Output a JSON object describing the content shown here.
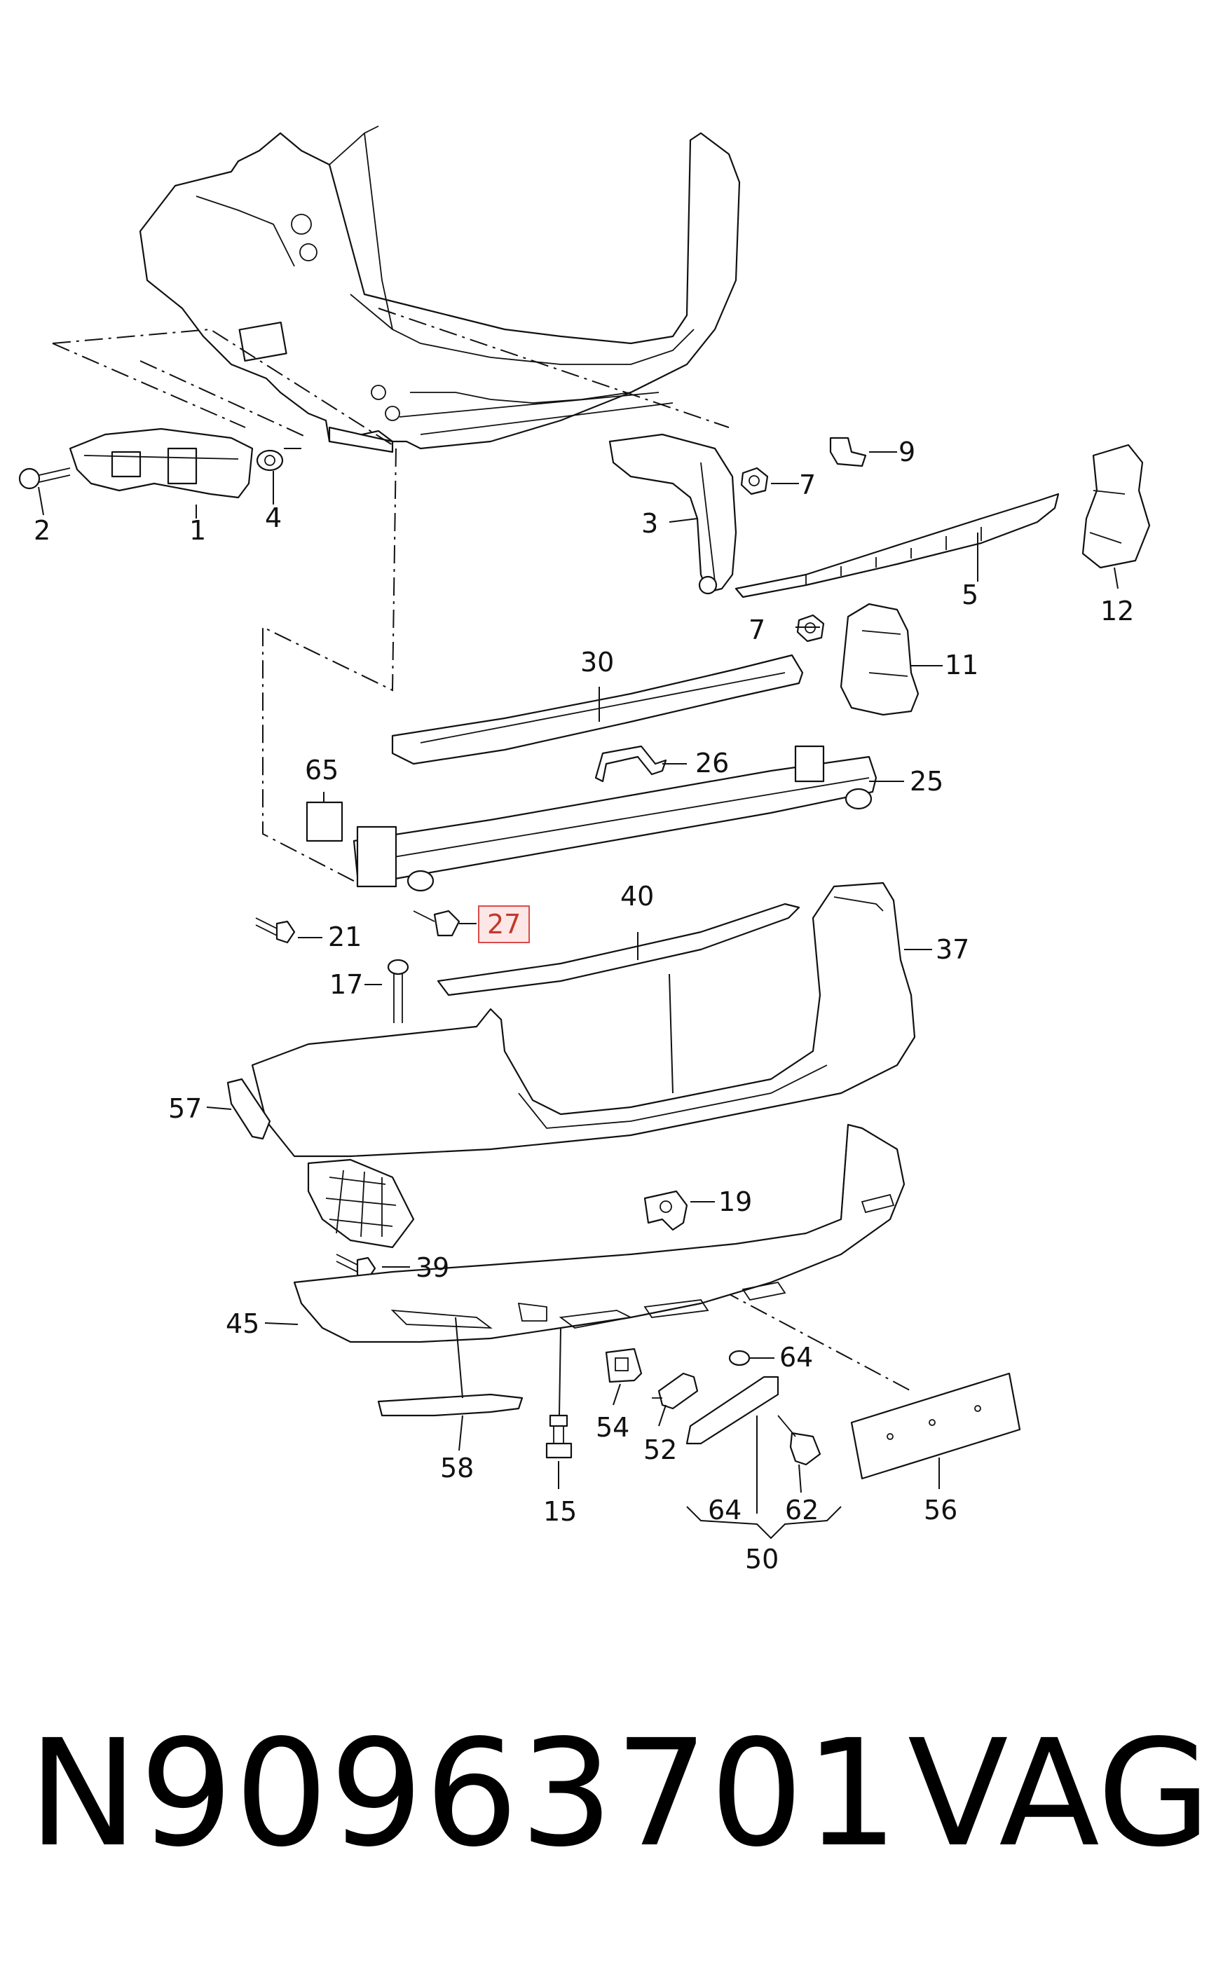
{
  "footer": {
    "part_number": "N90963701",
    "brand": "VAG"
  },
  "highlight": {
    "callout": "27",
    "box_color": "#fde6e6",
    "border_color": "#d94b4b"
  },
  "callouts": [
    "1",
    "2",
    "3",
    "4",
    "5",
    "7",
    "7",
    "9",
    "11",
    "12",
    "15",
    "17",
    "19",
    "21",
    "25",
    "26",
    "27",
    "30",
    "37",
    "39",
    "40",
    "45",
    "50",
    "52",
    "54",
    "56",
    "57",
    "58",
    "62",
    "64",
    "64",
    "65"
  ]
}
